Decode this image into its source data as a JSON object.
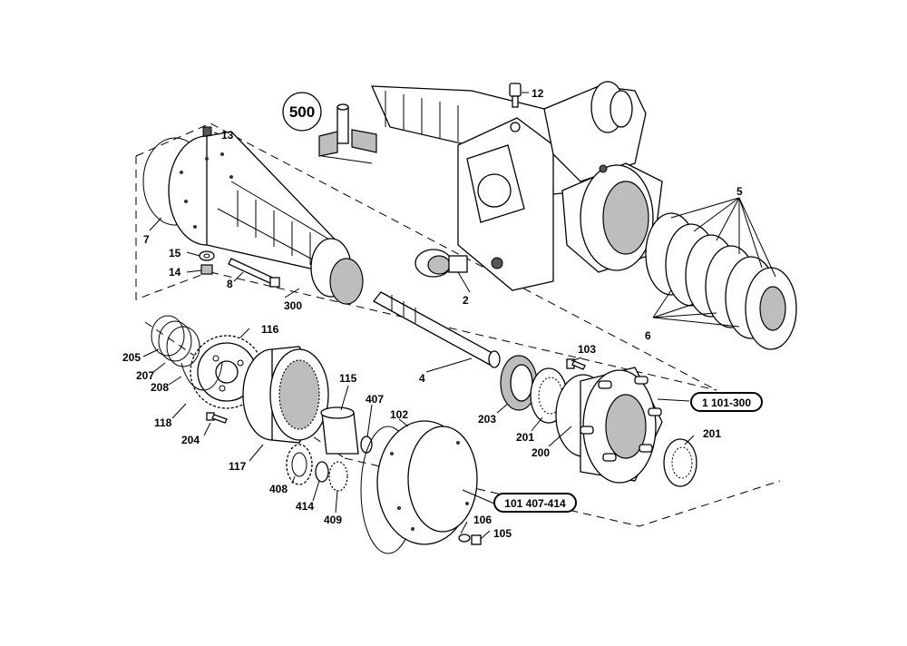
{
  "diagram": {
    "detail_badge": "500",
    "callouts": [
      {
        "id": "c12",
        "text": "12"
      },
      {
        "id": "c13",
        "text": "13"
      },
      {
        "id": "c5",
        "text": "5"
      },
      {
        "id": "c7",
        "text": "7"
      },
      {
        "id": "c15",
        "text": "15"
      },
      {
        "id": "c14",
        "text": "14"
      },
      {
        "id": "c8",
        "text": "8"
      },
      {
        "id": "c300",
        "text": "300"
      },
      {
        "id": "c2",
        "text": "2"
      },
      {
        "id": "c6",
        "text": "6"
      },
      {
        "id": "c116",
        "text": "116"
      },
      {
        "id": "c205",
        "text": "205"
      },
      {
        "id": "c207",
        "text": "207"
      },
      {
        "id": "c208",
        "text": "208"
      },
      {
        "id": "c118",
        "text": "118"
      },
      {
        "id": "c204",
        "text": "204"
      },
      {
        "id": "c117",
        "text": "117"
      },
      {
        "id": "c4",
        "text": "4"
      },
      {
        "id": "c103",
        "text": "103"
      },
      {
        "id": "c115",
        "text": "115"
      },
      {
        "id": "c407",
        "text": "407"
      },
      {
        "id": "c203",
        "text": "203"
      },
      {
        "id": "c201a",
        "text": "201"
      },
      {
        "id": "c200",
        "text": "200"
      },
      {
        "id": "c201b",
        "text": "201"
      },
      {
        "id": "c408",
        "text": "408"
      },
      {
        "id": "c414",
        "text": "414"
      },
      {
        "id": "c409",
        "text": "409"
      },
      {
        "id": "c102",
        "text": "102"
      },
      {
        "id": "c106",
        "text": "106"
      },
      {
        "id": "c105",
        "text": "105"
      }
    ],
    "kits": [
      {
        "id": "kit1",
        "text": "1 101-300"
      },
      {
        "id": "kit2",
        "text": "101 407-414"
      }
    ]
  }
}
